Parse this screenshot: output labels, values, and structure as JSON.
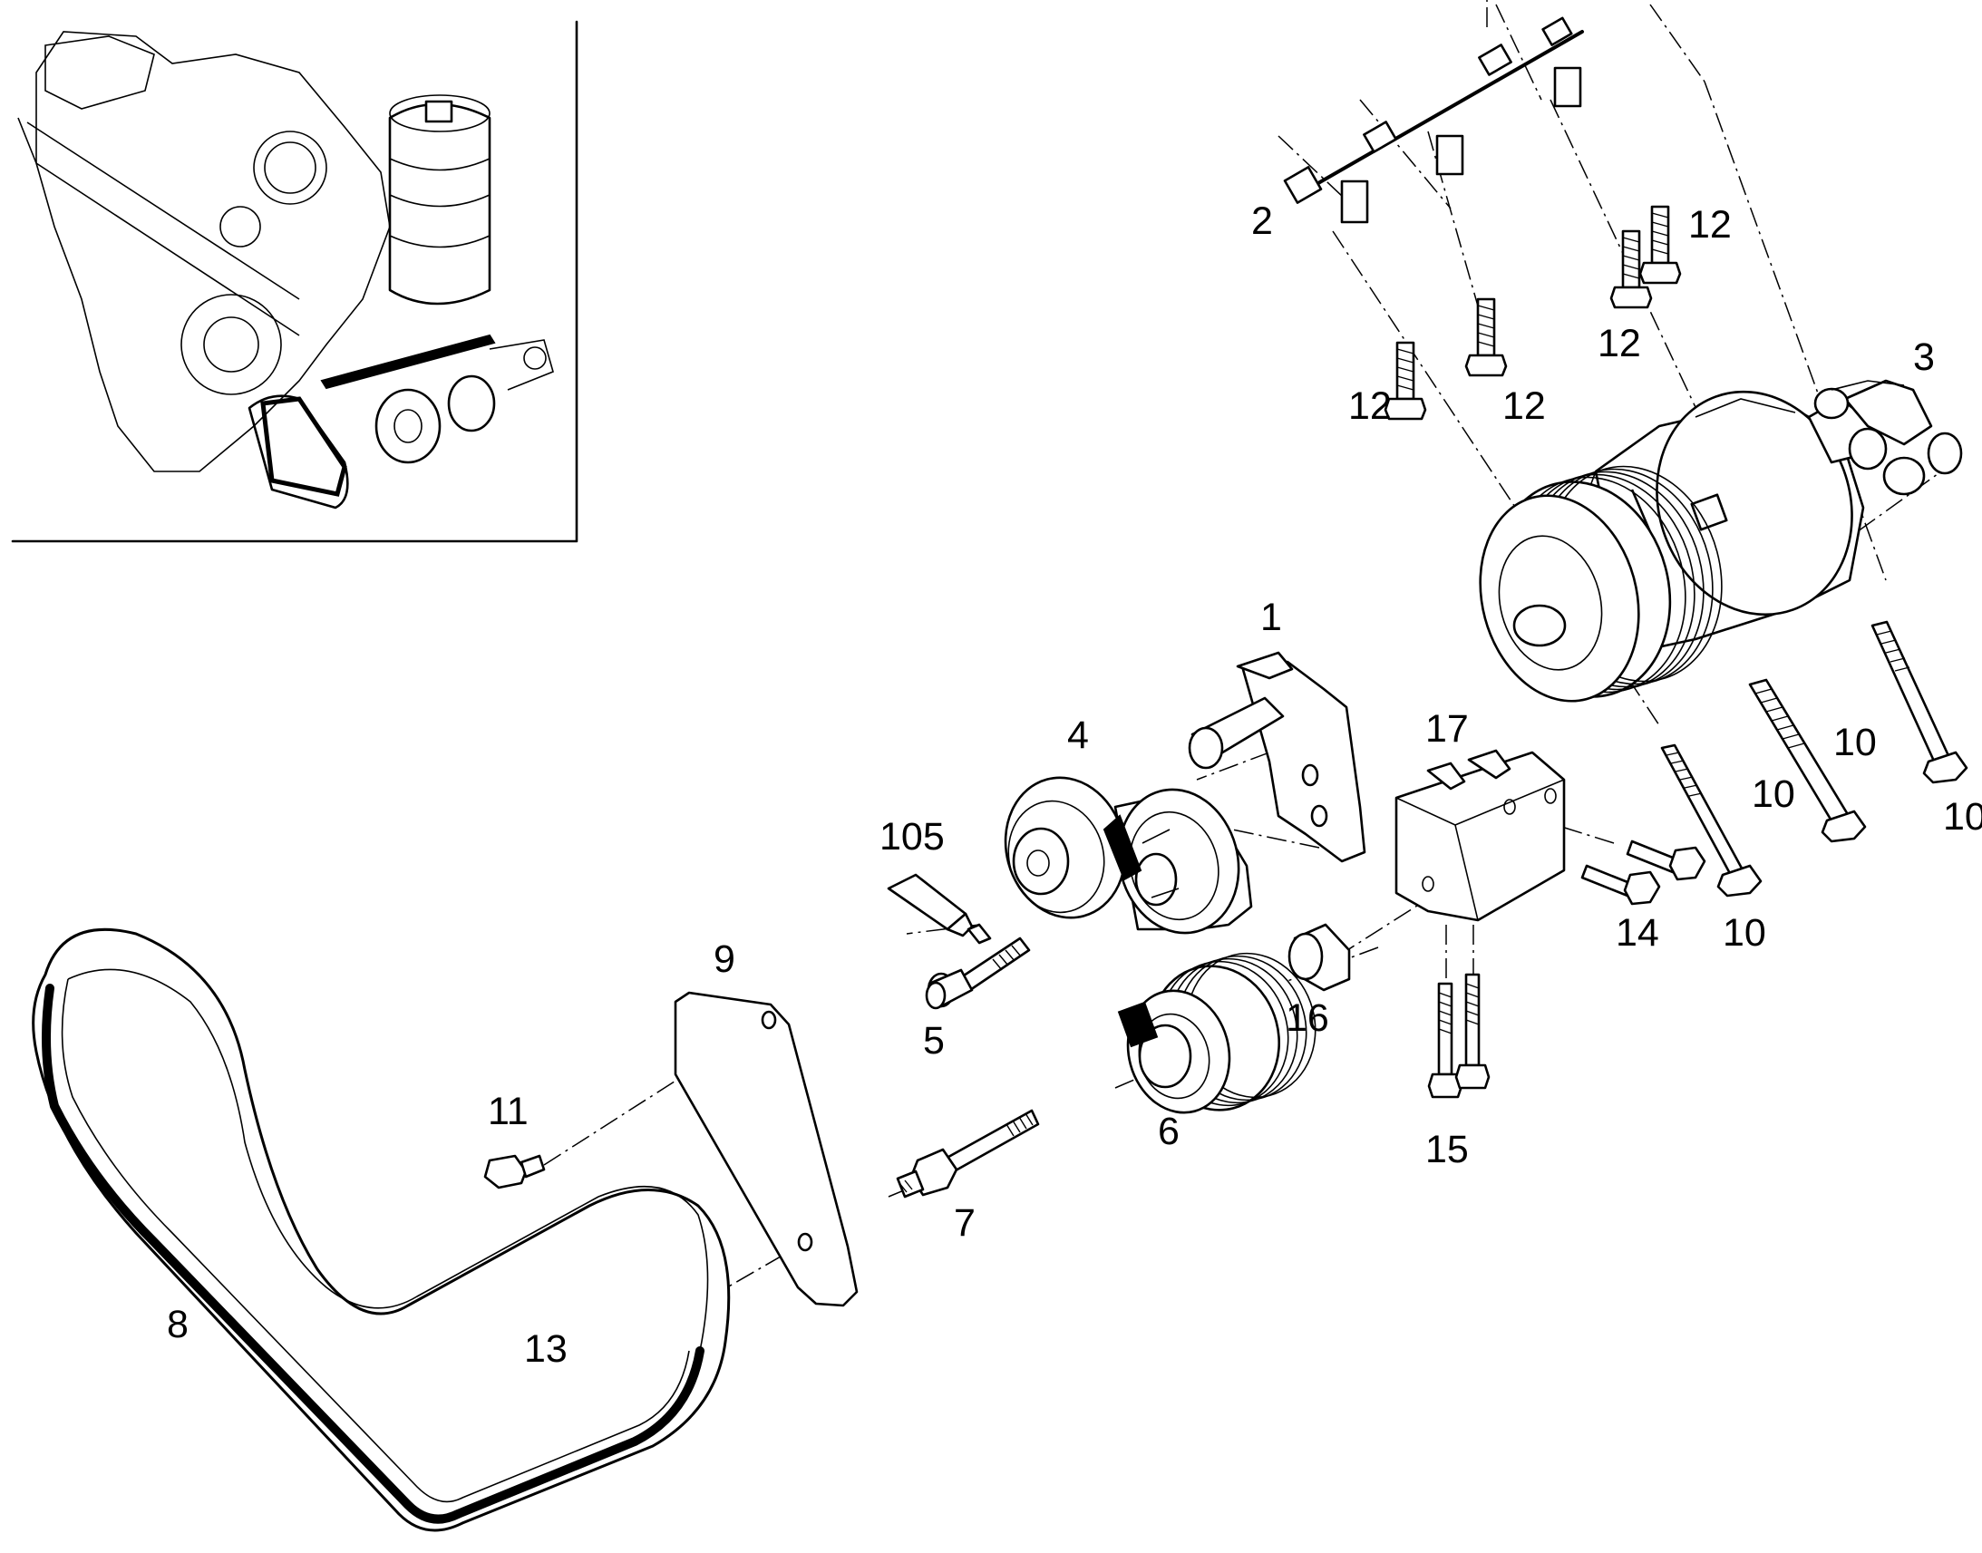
{
  "diagram": {
    "type": "exploded-parts-view",
    "inset_view": "engine-overview",
    "callouts": [
      {
        "id": "c1",
        "label": "1",
        "part": "tensioner-mounting-bracket"
      },
      {
        "id": "c2",
        "label": "2",
        "part": "mounting-plate"
      },
      {
        "id": "c3",
        "label": "3",
        "part": "water-pump-with-pulley"
      },
      {
        "id": "c4",
        "label": "4",
        "part": "belt-tensioner"
      },
      {
        "id": "c105",
        "label": "105",
        "part": "sealant-tube"
      },
      {
        "id": "c5",
        "label": "5",
        "part": "socket-head-bolt"
      },
      {
        "id": "c9",
        "label": "9",
        "part": "belt-guard-plate"
      },
      {
        "id": "c11",
        "label": "11",
        "part": "flange-bolt"
      },
      {
        "id": "c7",
        "label": "7",
        "part": "stud-with-nut"
      },
      {
        "id": "c6",
        "label": "6",
        "part": "idler-pulley"
      },
      {
        "id": "c16",
        "label": "16",
        "part": "spacer"
      },
      {
        "id": "c17",
        "label": "17",
        "part": "idler-bracket"
      },
      {
        "id": "c14",
        "label": "14",
        "part": "flange-bolt"
      },
      {
        "id": "c15",
        "label": "15",
        "part": "flange-bolt"
      },
      {
        "id": "c8",
        "label": "8",
        "part": "poly-v-belt"
      },
      {
        "id": "c13",
        "label": "13",
        "part": "flange-nut"
      },
      {
        "id": "c10a",
        "label": "10",
        "part": "long-bolt"
      },
      {
        "id": "c10b",
        "label": "10",
        "part": "long-bolt"
      },
      {
        "id": "c10c",
        "label": "10",
        "part": "long-bolt"
      },
      {
        "id": "c10d",
        "label": "10",
        "part": "long-bolt"
      },
      {
        "id": "c12a",
        "label": "12",
        "part": "flange-bolt"
      },
      {
        "id": "c12b",
        "label": "12",
        "part": "flange-bolt"
      },
      {
        "id": "c12c",
        "label": "12",
        "part": "flange-bolt"
      },
      {
        "id": "c12d",
        "label": "12",
        "part": "flange-bolt"
      }
    ]
  }
}
